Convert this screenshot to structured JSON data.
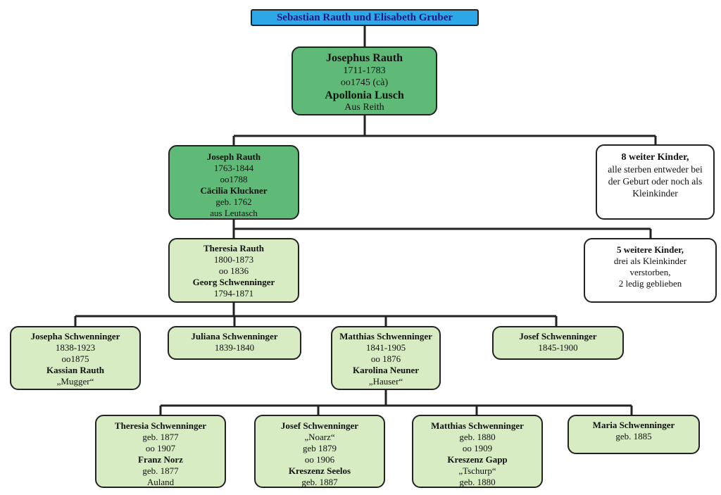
{
  "root": {
    "label": "Sebastian Rauth und Elisabeth Gruber"
  },
  "gen1": {
    "name": "Josephus Rauth",
    "years": "1711-1783",
    "marriage": "oo1745 (cà)",
    "spouse": "Apollonia Lusch",
    "origin": "Aus Reith"
  },
  "gen2": {
    "name": "Joseph Rauth",
    "years": "1763-1844",
    "marriage": "oo1788",
    "spouse": "Cäcilia Kluckner",
    "spouse_born": "geb. 1762",
    "origin": "aus Leutasch"
  },
  "gen2_siblings": {
    "title": "8 weiter Kinder,",
    "line1": "alle sterben entweder bei",
    "line2": "der Geburt oder noch als",
    "line3": "Kleinkinder"
  },
  "gen3": {
    "name": "Theresia Rauth",
    "years": "1800-1873",
    "marriage": "oo 1836",
    "spouse": "Georg Schwenninger",
    "spouse_years": "1794-1871"
  },
  "gen3_siblings": {
    "title": "5 weitere Kinder,",
    "line1": "drei als Kleinkinder",
    "line2": "verstorben,",
    "line3": "2 ledig geblieben"
  },
  "gen4": [
    {
      "name": "Josepha Schwenninger",
      "years": "1838-1923",
      "marriage": "oo1875",
      "spouse": "Kassian Rauth",
      "nickname": "„Mugger“"
    },
    {
      "name": "Juliana Schwenninger",
      "years": "1839-1840"
    },
    {
      "name": "Matthias Schwenninger",
      "years": "1841-1905",
      "marriage": "oo 1876",
      "spouse": "Karolina Neuner",
      "nickname": "„Hauser“"
    },
    {
      "name": "Josef Schwenninger",
      "years": "1845-1900"
    }
  ],
  "gen5": [
    {
      "name": "Theresia Schwenninger",
      "born": "geb. 1877",
      "marriage": "oo 1907",
      "spouse": "Franz Norz",
      "spouse_born": "geb. 1877",
      "origin": "Auland"
    },
    {
      "name": "Josef Schwenninger",
      "nickname": "„Noarz“",
      "born": "geb 1879",
      "marriage": "oo 1906",
      "spouse": "Kreszenz Seelos",
      "spouse_born": "geb. 1887"
    },
    {
      "name": "Matthias Schwenninger",
      "born": "geb. 1880",
      "marriage": "oo 1909",
      "spouse": "Kreszenz Gapp",
      "nickname": "„Tschurp“",
      "spouse_born": "geb. 1880"
    },
    {
      "name": "Maria Schwenninger",
      "born": "geb. 1885"
    }
  ]
}
